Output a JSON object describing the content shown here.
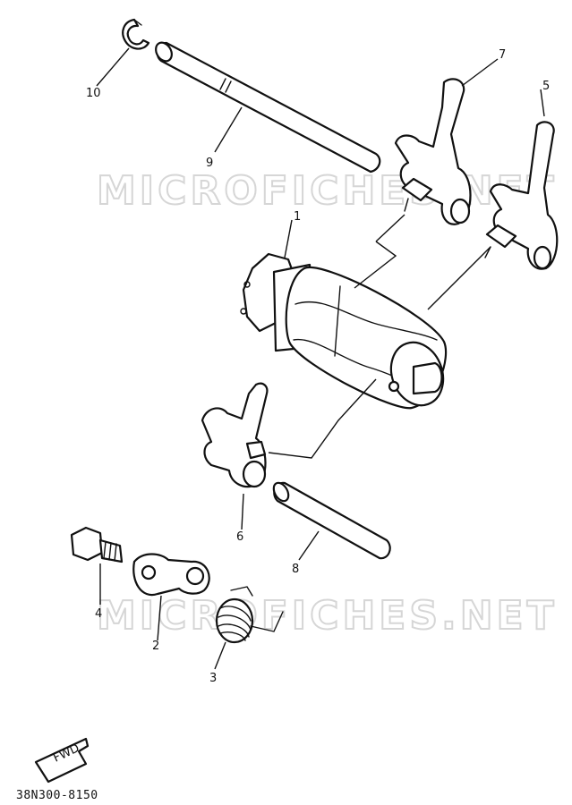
{
  "watermark": "MICROFICHES.NET",
  "parts": {
    "p1": "1",
    "p2": "2",
    "p3": "3",
    "p4": "4",
    "p5": "5",
    "p6": "6",
    "p7": "7",
    "p8": "8",
    "p9": "9",
    "p10": "10"
  },
  "fwd_label": "FWD",
  "diagram_code": "38N300-8150"
}
